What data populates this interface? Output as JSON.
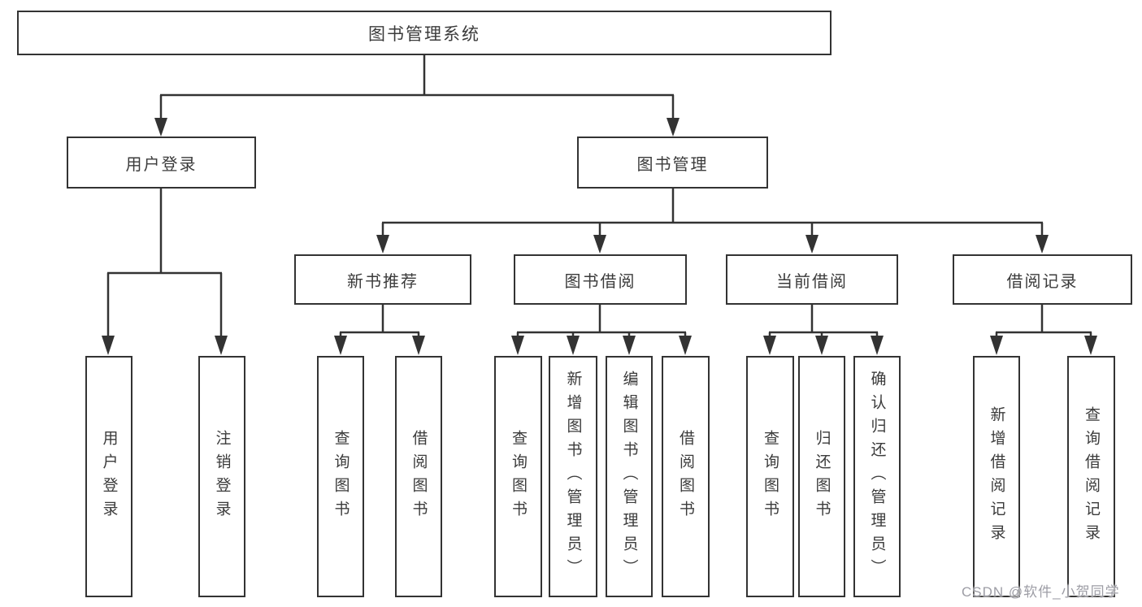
{
  "diagram": {
    "root": "图书管理系统",
    "level2": {
      "user_login": "用户登录",
      "book_management": "图书管理"
    },
    "level3": {
      "new_book_recommendation": "新书推荐",
      "book_borrowing": "图书借阅",
      "current_borrowing": "当前借阅",
      "borrowing_records": "借阅记录"
    },
    "level4": {
      "user_login": "用户登录",
      "logout": "注销登录",
      "query_books_a": "查询图书",
      "borrow_books_a": "借阅图书",
      "query_books_b": "查询图书",
      "add_books_admin": "新增图书（管理员）",
      "edit_books_admin": "编辑图书（管理员）",
      "borrow_books_b": "借阅图书",
      "query_books_c": "查询图书",
      "return_books": "归还图书",
      "confirm_return_admin": "确认归还（管理员）",
      "add_borrow_record": "新增借阅记录",
      "query_borrow_record": "查询借阅记录"
    },
    "watermark": "CSDN @软件_小贺同学",
    "colors": {
      "line": "#333333",
      "text": "#3b3b3b",
      "watermark": "#9d9da5",
      "background": "#ffffff"
    }
  }
}
